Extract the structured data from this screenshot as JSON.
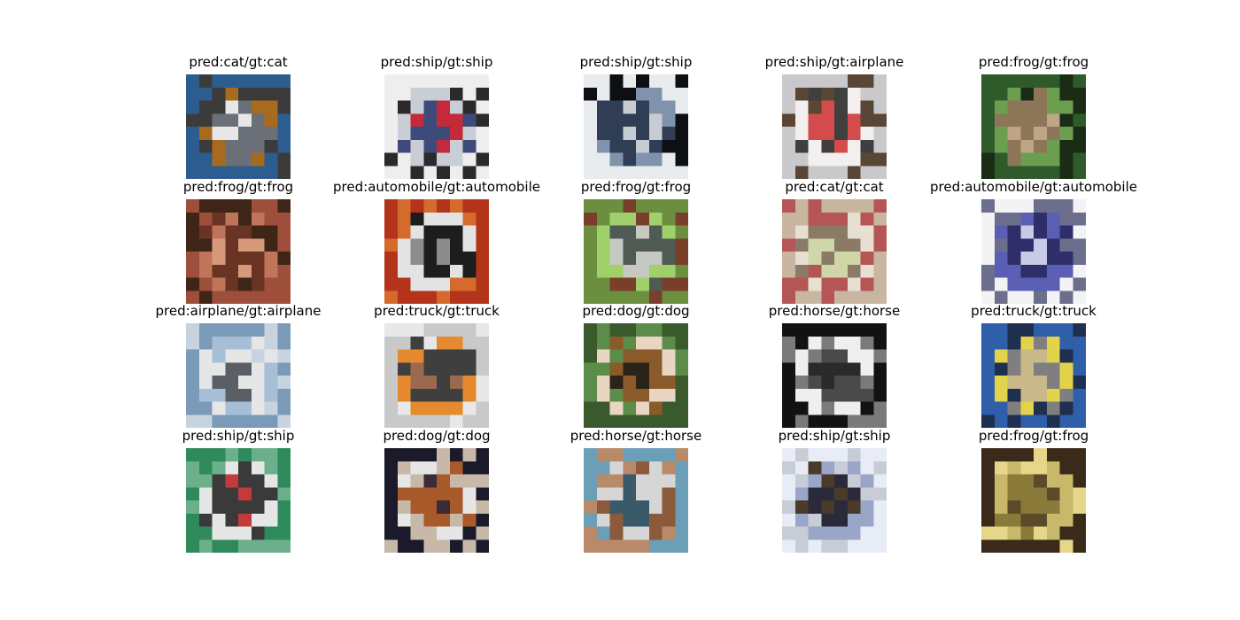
{
  "figure": {
    "rows": 4,
    "cols": 5,
    "panels": [
      {
        "caption": "pred:cat/gt:cat",
        "subject": "cat",
        "colors": [
          "#2d5c8f",
          "#a86a1e",
          "#6b6f78",
          "#e7e7e7",
          "#3b3b3b"
        ]
      },
      {
        "caption": "pred:ship/gt:ship",
        "subject": "ship",
        "colors": [
          "#eeeeee",
          "#c9ced6",
          "#3e4a7a",
          "#c42a3a",
          "#2a2a2a"
        ]
      },
      {
        "caption": "pred:ship/gt:ship",
        "subject": "ship",
        "colors": [
          "#e9ecef",
          "#7f93ad",
          "#2f3e55",
          "#c7ccd3",
          "#0d0f12"
        ]
      },
      {
        "caption": "pred:ship/gt:airplane",
        "subject": "airplane",
        "colors": [
          "#c9c9cb",
          "#f2efee",
          "#3f3f3f",
          "#d44b4b",
          "#5a4634"
        ]
      },
      {
        "caption": "pred:frog/gt:frog",
        "subject": "frog",
        "colors": [
          "#2f5a2a",
          "#6b9e4e",
          "#8d7558",
          "#bfa585",
          "#1a2c16"
        ]
      },
      {
        "caption": "pred:frog/gt:frog",
        "subject": "frog",
        "colors": [
          "#9d4f3b",
          "#c0745a",
          "#6a3424",
          "#d69a7b",
          "#3f2418"
        ]
      },
      {
        "caption": "pred:automobile/gt:automobile",
        "subject": "automobile",
        "colors": [
          "#b3341a",
          "#e3e3e3",
          "#1d1d1d",
          "#8c8c8c",
          "#d46a2c"
        ]
      },
      {
        "caption": "pred:frog/gt:frog",
        "subject": "frog",
        "colors": [
          "#6b8f3e",
          "#9fd06c",
          "#4f5a55",
          "#c6c9c2",
          "#7a3f2a"
        ]
      },
      {
        "caption": "pred:cat/gt:cat",
        "subject": "cat",
        "colors": [
          "#c9b6a0",
          "#e8dfd3",
          "#8b7a66",
          "#cfd6a8",
          "#b65555"
        ]
      },
      {
        "caption": "pred:automobile/gt:automobile",
        "subject": "automobile",
        "colors": [
          "#f3f3f6",
          "#5a5fb3",
          "#2e2f6a",
          "#c9cbe6",
          "#6b6e8c"
        ]
      },
      {
        "caption": "pred:airplane/gt:airplane",
        "subject": "airplane",
        "colors": [
          "#7a9ab8",
          "#a6bfd6",
          "#e6e6e6",
          "#5a5f66",
          "#c7d3df"
        ]
      },
      {
        "caption": "pred:truck/gt:truck",
        "subject": "truck",
        "colors": [
          "#c9c9c9",
          "#e58a2e",
          "#3f3f3f",
          "#9b6a4e",
          "#e8e8e8"
        ]
      },
      {
        "caption": "pred:dog/gt:dog",
        "subject": "dog",
        "colors": [
          "#3a5a2e",
          "#e8d6c2",
          "#8a5a2a",
          "#2a2418",
          "#5c8c4a"
        ]
      },
      {
        "caption": "pred:horse/gt:horse",
        "subject": "horse",
        "colors": [
          "#121212",
          "#efefef",
          "#4a4a4a",
          "#2a2a2a",
          "#7a7a7a"
        ]
      },
      {
        "caption": "pred:truck/gt:truck",
        "subject": "truck",
        "colors": [
          "#2e5fa8",
          "#e2d34a",
          "#7f7f7f",
          "#c8b88a",
          "#1f2f4f"
        ]
      },
      {
        "caption": "pred:ship/gt:ship",
        "subject": "ship",
        "colors": [
          "#2e8a5a",
          "#e6e6e6",
          "#3a3a3a",
          "#c43a3a",
          "#6bb08a"
        ]
      },
      {
        "caption": "pred:dog/gt:dog",
        "subject": "dog",
        "colors": [
          "#1a1a2a",
          "#e6e6e6",
          "#a85a2a",
          "#3a2a3a",
          "#c8b8a8"
        ]
      },
      {
        "caption": "pred:horse/gt:horse",
        "subject": "horse",
        "colors": [
          "#6b9fb8",
          "#8a5a3a",
          "#d6d6d6",
          "#3a5a6a",
          "#b88a6a"
        ]
      },
      {
        "caption": "pred:ship/gt:ship",
        "subject": "ship",
        "colors": [
          "#e8ecf6",
          "#9aa6c8",
          "#4a3a2a",
          "#2a2a3a",
          "#c8ccd6"
        ]
      },
      {
        "caption": "pred:frog/gt:frog",
        "subject": "frog",
        "colors": [
          "#3a2a1a",
          "#c8b86a",
          "#8a7a3a",
          "#5a4a2a",
          "#e6d68a"
        ]
      }
    ]
  }
}
